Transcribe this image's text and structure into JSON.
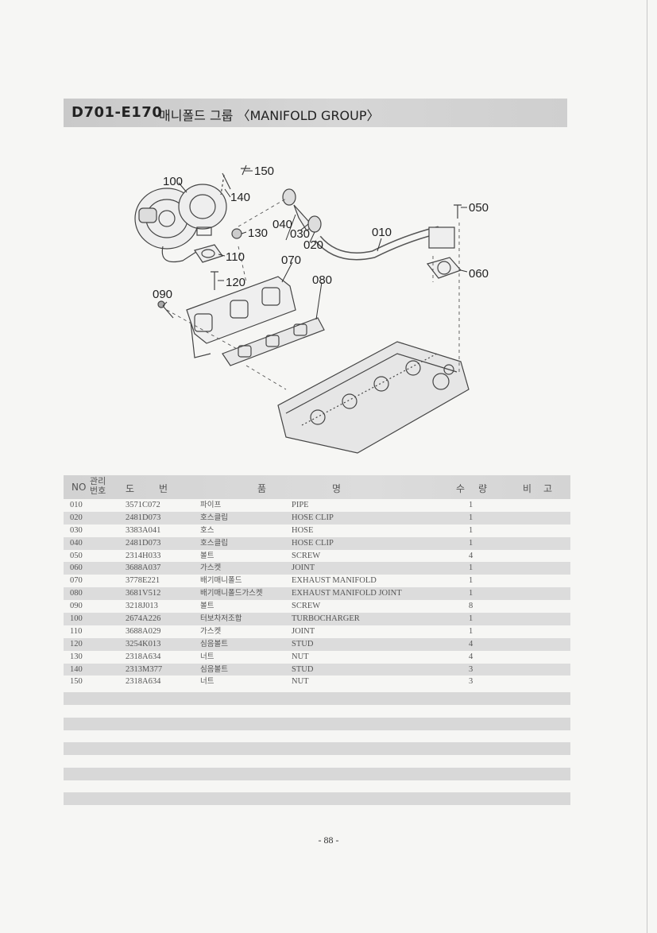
{
  "header": {
    "code": "D701-E170",
    "title": "매니폴드 그룹 〈MANIFOLD GROUP〉"
  },
  "diagram": {
    "callouts": [
      "100",
      "140",
      "150",
      "040",
      "030",
      "020",
      "130",
      "010",
      "050",
      "110",
      "070",
      "080",
      "060",
      "120",
      "090"
    ]
  },
  "table": {
    "headers": {
      "no": "NO",
      "kwanri": "관리",
      "beonho": "번호",
      "do": "도",
      "beon": "번",
      "pum": "품",
      "myeong": "명",
      "su": "수",
      "ryang": "량",
      "bi": "비",
      "go": "고"
    },
    "rows": [
      {
        "no": "010",
        "part": "3571C072",
        "kor": "파이프",
        "eng": "PIPE",
        "qty": "1"
      },
      {
        "no": "020",
        "part": "2481D073",
        "kor": "호스클립",
        "eng": "HOSE CLIP",
        "qty": "1"
      },
      {
        "no": "030",
        "part": "3383A041",
        "kor": "호스",
        "eng": "HOSE",
        "qty": "1"
      },
      {
        "no": "040",
        "part": "2481D073",
        "kor": "호스클립",
        "eng": "HOSE CLIP",
        "qty": "1"
      },
      {
        "no": "050",
        "part": "2314H033",
        "kor": "볼트",
        "eng": "SCREW",
        "qty": "4"
      },
      {
        "no": "060",
        "part": "3688A037",
        "kor": "가스켓",
        "eng": "JOINT",
        "qty": "1"
      },
      {
        "no": "070",
        "part": "3778E221",
        "kor": "배기매니폴드",
        "eng": "EXHAUST MANIFOLD",
        "qty": "1"
      },
      {
        "no": "080",
        "part": "3681V512",
        "kor": "배기매니폴드가스켓",
        "eng": "EXHAUST MANIFOLD JOINT",
        "qty": "1"
      },
      {
        "no": "090",
        "part": "3218J013",
        "kor": "볼트",
        "eng": "SCREW",
        "qty": "8"
      },
      {
        "no": "100",
        "part": "2674A226",
        "kor": "터보차저조합",
        "eng": "TURBOCHARGER",
        "qty": "1"
      },
      {
        "no": "110",
        "part": "3688A029",
        "kor": "가스켓",
        "eng": "JOINT",
        "qty": "1"
      },
      {
        "no": "120",
        "part": "3254K013",
        "kor": "심음볼트",
        "eng": "STUD",
        "qty": "4"
      },
      {
        "no": "130",
        "part": "2318A634",
        "kor": "너트",
        "eng": "NUT",
        "qty": "4"
      },
      {
        "no": "140",
        "part": "2313M377",
        "kor": "심음볼트",
        "eng": "STUD",
        "qty": "3"
      },
      {
        "no": "150",
        "part": "2318A634",
        "kor": "너트",
        "eng": "NUT",
        "qty": "3"
      }
    ]
  },
  "footer": {
    "page_number": "- 88 -"
  }
}
